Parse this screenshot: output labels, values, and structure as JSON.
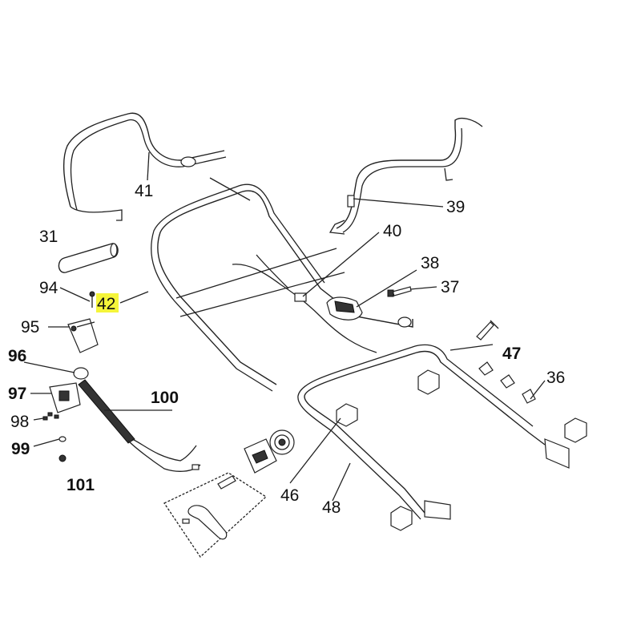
{
  "diagram": {
    "highlight_color": "#f5f53a",
    "callouts": [
      {
        "id": "41",
        "text": "41"
      },
      {
        "id": "39",
        "text": "39"
      },
      {
        "id": "31",
        "text": "31"
      },
      {
        "id": "40",
        "text": "40"
      },
      {
        "id": "38",
        "text": "38"
      },
      {
        "id": "94",
        "text": "94"
      },
      {
        "id": "42",
        "text": "42",
        "highlighted": true
      },
      {
        "id": "37",
        "text": "37"
      },
      {
        "id": "95",
        "text": "95"
      },
      {
        "id": "47",
        "text": "47"
      },
      {
        "id": "96",
        "text": "96"
      },
      {
        "id": "36",
        "text": "36"
      },
      {
        "id": "97",
        "text": "97"
      },
      {
        "id": "100",
        "text": "100"
      },
      {
        "id": "98",
        "text": "98"
      },
      {
        "id": "99",
        "text": "99"
      },
      {
        "id": "101",
        "text": "101"
      },
      {
        "id": "46",
        "text": "46"
      },
      {
        "id": "48",
        "text": "48"
      }
    ]
  }
}
